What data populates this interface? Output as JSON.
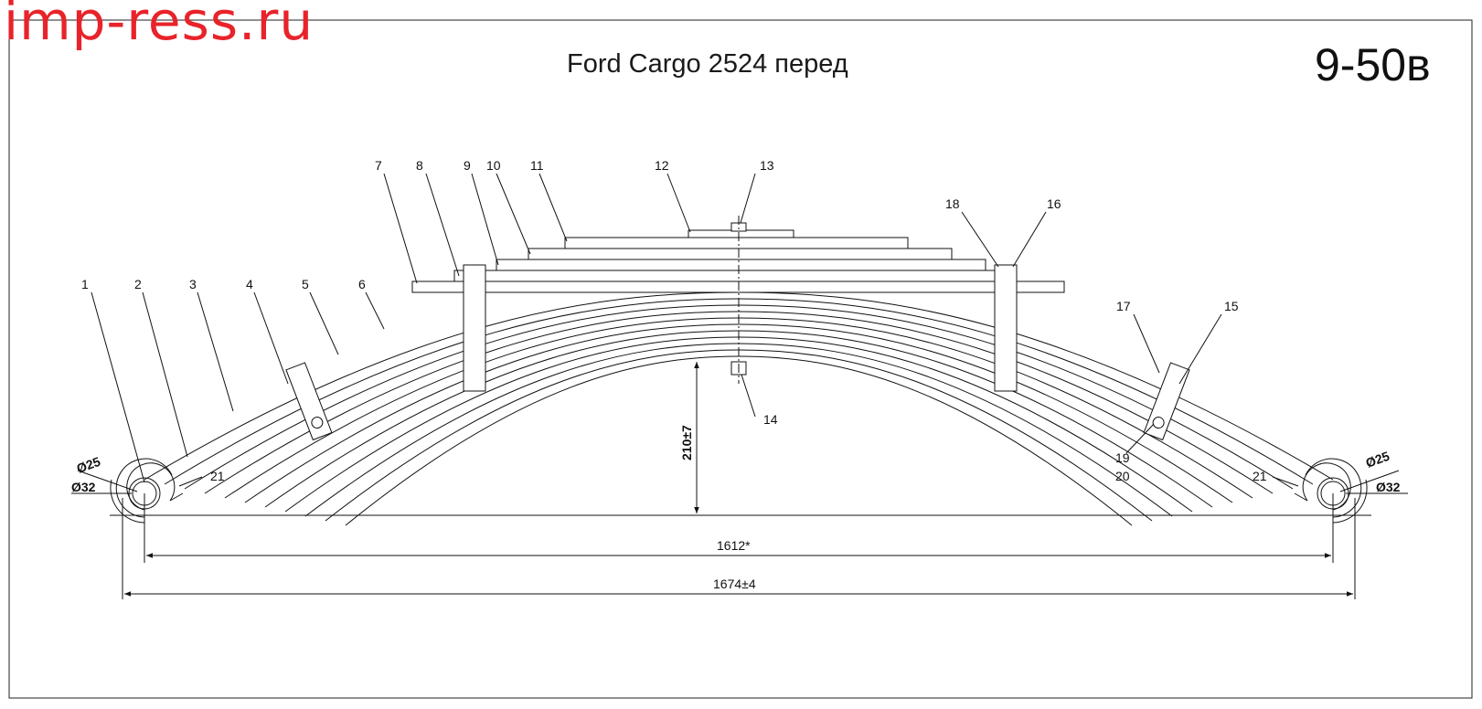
{
  "watermark": "imp-ress.ru",
  "title": "Ford Cargo 2524 перед",
  "drawing_code": "9-50в",
  "callouts": [
    "1",
    "2",
    "3",
    "4",
    "5",
    "6",
    "7",
    "8",
    "9",
    "10",
    "11",
    "12",
    "13",
    "14",
    "15",
    "16",
    "17",
    "18",
    "19",
    "20",
    "21",
    "21"
  ],
  "dimensions": {
    "eye_inner_left": "Ø25",
    "eye_outer_left": "Ø32",
    "eye_inner_right": "Ø25",
    "eye_outer_right": "Ø32",
    "arc_height": "210±7",
    "eye_centers": "1612*",
    "overall_length": "1674±4"
  }
}
